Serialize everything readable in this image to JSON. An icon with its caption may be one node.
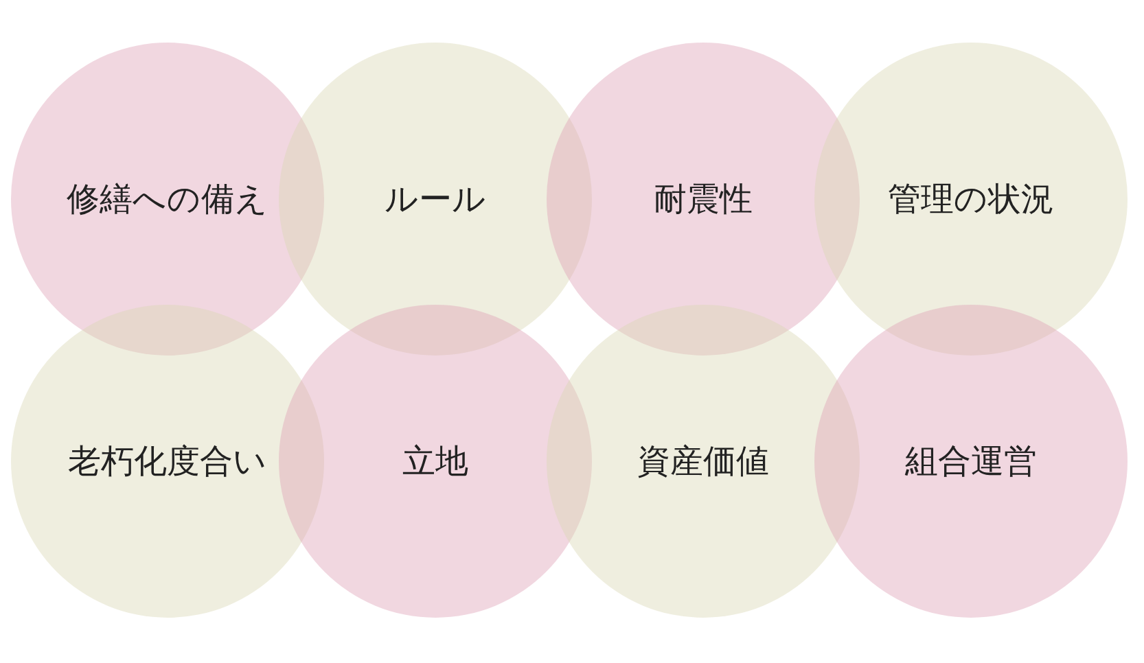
{
  "diagram": {
    "nodes": [
      {
        "text": [
          "修繕への備え"
        ]
      },
      {
        "text": [
          "ルール"
        ]
      },
      {
        "text": [
          "耐震性"
        ]
      },
      {
        "text": [
          "管理の状況"
        ]
      },
      {
        "text": [
          "老朽化度合い"
        ]
      },
      {
        "text": [
          "立地"
        ]
      },
      {
        "text": [
          "資産価値"
        ]
      },
      {
        "text": [
          "組合運営"
        ]
      }
    ]
  }
}
